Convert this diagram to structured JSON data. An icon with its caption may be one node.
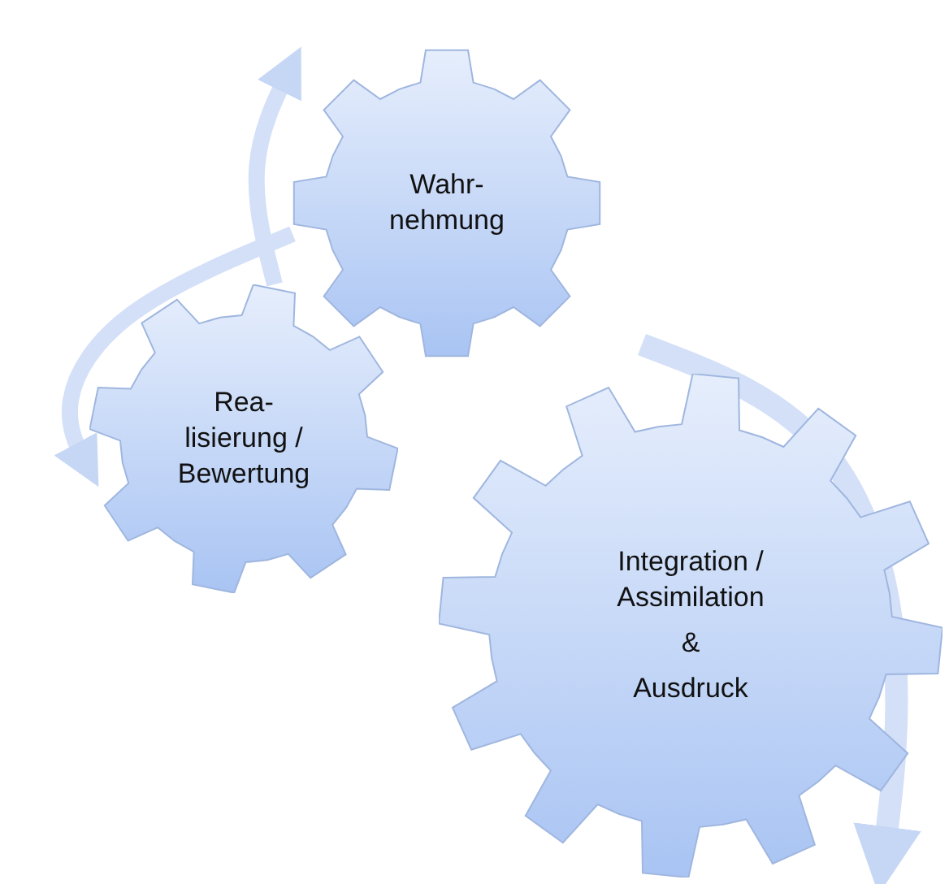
{
  "diagram": {
    "nodes": [
      {
        "text": [
          "Wahr- nehmung"
        ]
      },
      {
        "text": [
          "Rea- lisierung / Bewertung"
        ]
      },
      {
        "text": [
          "Integration / Assimilation",
          "&",
          "Ausdruck"
        ]
      }
    ],
    "edges": [
      {
        "from": 1,
        "to": 0,
        "arrow": "to"
      },
      {
        "from": 0,
        "to": 1,
        "arrow": "to"
      },
      {
        "from": null,
        "to": 2,
        "arrow": "to"
      }
    ]
  }
}
